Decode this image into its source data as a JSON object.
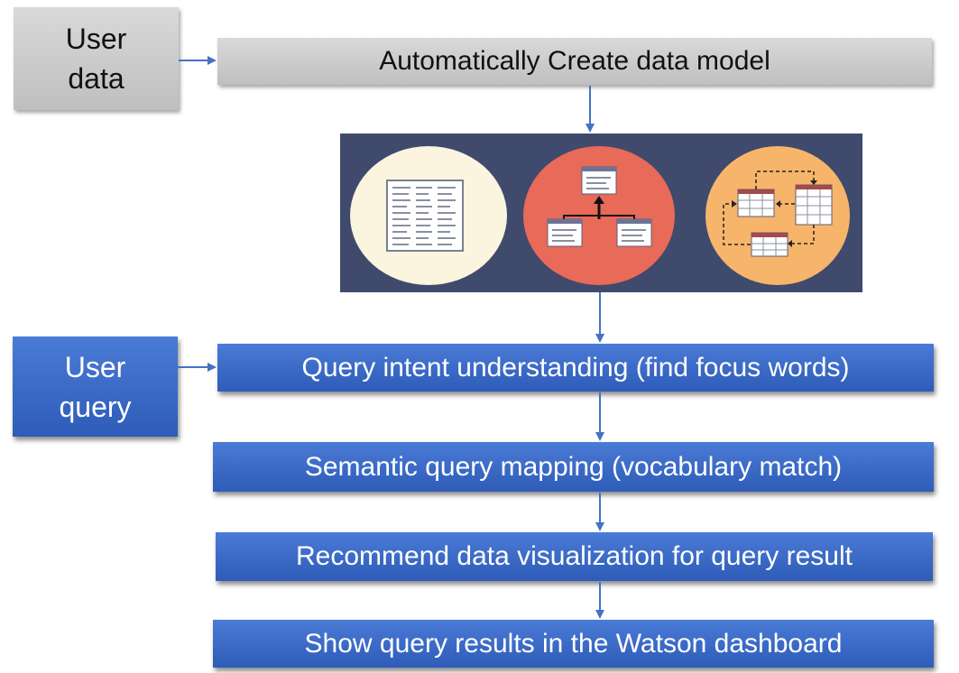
{
  "diagram": {
    "user_data": "User\ndata",
    "create_model": "Automatically Create data model",
    "user_query": "User\nquery",
    "steps": [
      "Query intent understanding (find focus words)",
      "Semantic query mapping (vocabulary match)",
      "Recommend data visualization for query result",
      "Show query results in the Watson dashboard"
    ]
  },
  "colors": {
    "gray_box": "#cccccc",
    "blue_box": "#3a6bcb",
    "arrow": "#4472c4",
    "panel_bg": "#3f4a6c",
    "circle_left": "#fbf4de",
    "circle_mid": "#e86a58",
    "circle_right": "#f6b56a"
  },
  "icons": [
    "table-icon",
    "hierarchy-icon",
    "relations-icon"
  ]
}
